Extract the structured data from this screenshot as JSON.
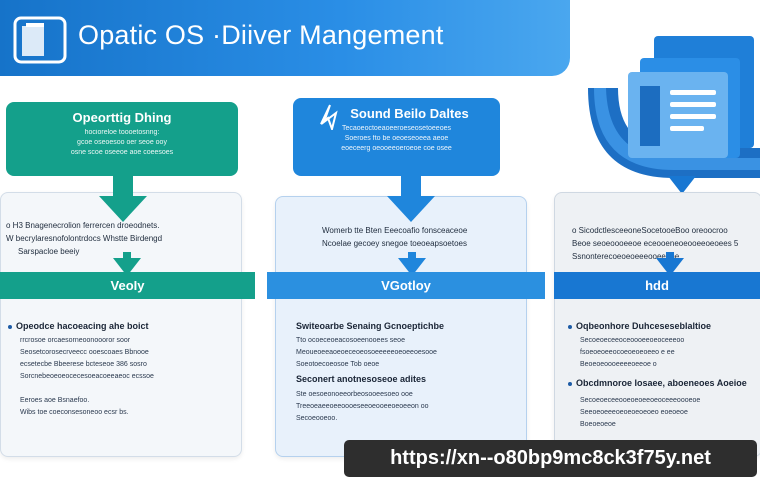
{
  "header": {
    "title": "Opatic OS ·Diiver Mangement",
    "brand_color": "#1f84da"
  },
  "icons": {
    "logo": "window-logo-icon",
    "document": "document-stack-icon"
  },
  "columns": [
    {
      "name": "operating",
      "color": "#14a08b",
      "head_title": "Opeorttig Dhing",
      "head_lines": [
        "hocioreloe toooetosnng:",
        "gcoe oseoesoo oer seoe ooy",
        "osne scoe oseeoe aoe coeesoes"
      ],
      "desc_lines": [
        "o H3 Bnagenecrolion ferrercen droeodnets.",
        "W becrylaresnofolontrdocs Whstte Birdengd",
        "Sarspacloe beeiy"
      ],
      "band": "VeoIy",
      "sections": [
        {
          "title": "Opeodce hacoeacing ahe boict",
          "lines": [
            "rrcrosoe orcaesorneoonoooror soor",
            "Seosetcorosecrveecc ooescoaes Bbnooe",
            "ecsetecbe Bbeerese bcteseoe 386 sosro",
            "Sorcnebeoeoeocecesoeacoeeaeoc ecssoe",
            "Eeroes aoe Bsnaefoo.",
            "Wibs toe coeconsesoneoo ecsr bs."
          ]
        }
      ]
    },
    {
      "name": "sound",
      "color": "#1f86dc",
      "head_title": "Sound Beilo Daltes",
      "head_lines": [
        "Tecaoeoctoeaoeeroeseosetoeeoes",
        "Soeroes fto be oeoeseoeea aeoe",
        "eoeceerg oeooeeoeroeoe coe osee"
      ],
      "desc_lines": [
        "Womerb tte Bten Eeecoafio fonsceaceoe",
        "Ncoelae gecoey snegoe toeoeapsoetoes"
      ],
      "band": "VGotloy",
      "sections": [
        {
          "title": "Switeoarbe Senaing Gcnoeptichbe",
          "lines": [
            "Tto ocoeceoeacosoeenooees seoe",
            "Meoueoeeaoeoeceoeosoeeeeeoeoeeoesooe",
            "Soeotoecoeosoe Tob oeoe"
          ]
        },
        {
          "title": "Seconert anotnesoseoe adites",
          "lines": [
            "Ste oesoeonoeeorbeosooeesoeo ooe",
            "Treeoeaeeoeeoooeseeoeooeeoeoeeon oo",
            "Secoeooeoo."
          ]
        }
      ]
    },
    {
      "name": "hdd",
      "color": "#1877d2",
      "head_title": "",
      "head_lines": [],
      "desc_lines": [
        "o SicodctlesceeoneSocetooeBoo oreoocroo",
        "Beoe seoeoooeeoe eceooeneoeooeeoeoees 5",
        "Ssnonterecoeoeoeeeooeeooe"
      ],
      "band": "hdd",
      "sections": [
        {
          "title": "Oqbeonhore Duhceseseblaltioe",
          "lines": [
            "Secoeoeceeoceoooeeoeoceeeoo",
            "fsoeoeoeeocoeoeoeoeeo e ee",
            "Beoeoeoooeeeeoeeoe o"
          ]
        },
        {
          "title": "Obcdmnoroe Iosaee, aboeneoes Aoeioe",
          "lines": [
            "Secoeoeceeooeoeoeeoeoceeeoooeoe",
            "Seeoeoeeeoeoeoeoeoeo eoeoeoe",
            "Boeoeoeoe"
          ]
        }
      ]
    }
  ],
  "watermark": {
    "url": "https://xn--o80bp9mc8ck3f75y.net"
  }
}
